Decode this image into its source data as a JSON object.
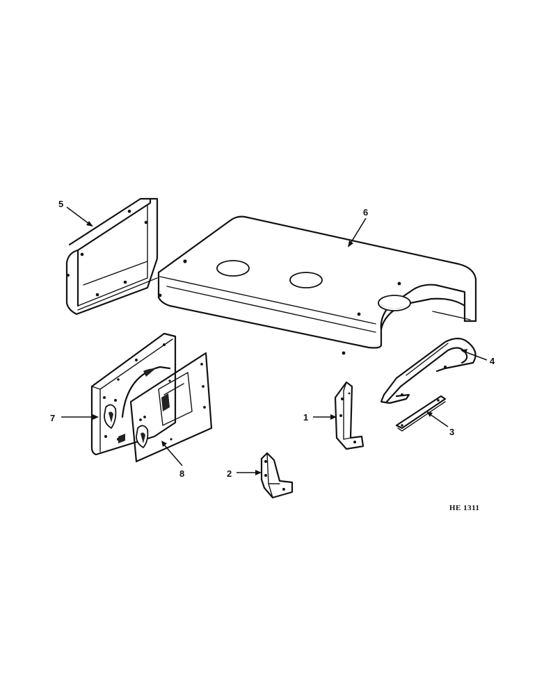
{
  "callouts": {
    "c1": "1",
    "c2": "2",
    "c3": "3",
    "c4": "4",
    "c5": "5",
    "c6": "6",
    "c7": "7",
    "c8": "8"
  },
  "reference_code": "HE 1311",
  "colors": {
    "ink": "#111111",
    "background": "#ffffff"
  }
}
